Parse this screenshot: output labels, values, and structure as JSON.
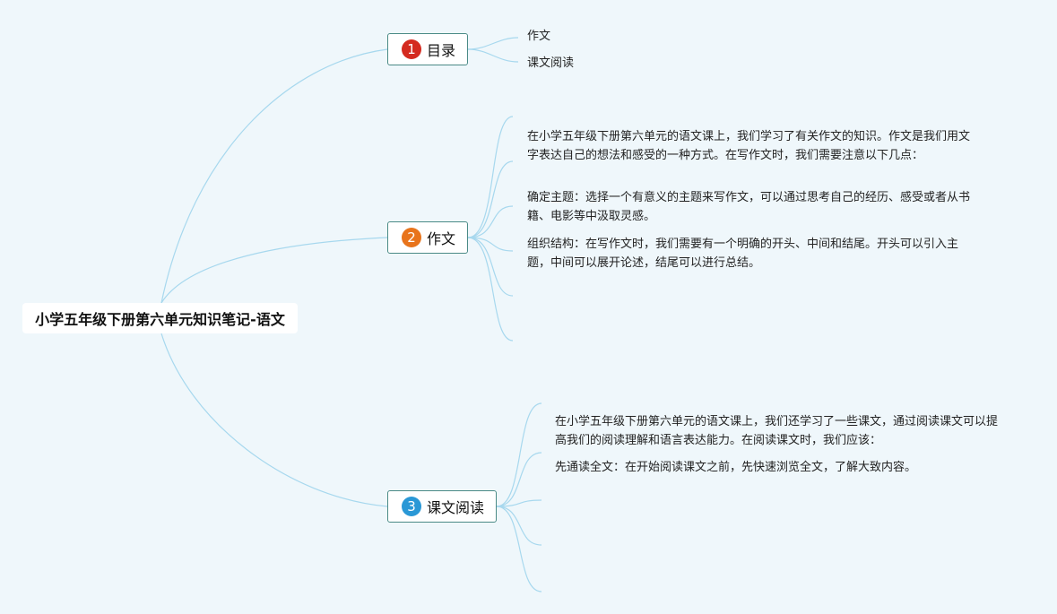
{
  "colors": {
    "line": "#a7d8ee",
    "badge1": "#d42a1f",
    "badge2": "#e8741c",
    "badge3": "#2a98d6",
    "border": "#4a8a86"
  },
  "root": {
    "title": "小学五年级下册第六单元知识笔记-语文"
  },
  "branches": [
    {
      "num": "1",
      "label": "目录",
      "children": [
        "作文",
        "课文阅读"
      ]
    },
    {
      "num": "2",
      "label": "作文",
      "paragraphs": [
        "在小学五年级下册第六单元的语文课上，我们学习了有关作文的知识。作文是我们用文字表达自己的想法和感受的一种方式。在写作文时，我们需要注意以下几点：",
        "确定主题：选择一个有意义的主题来写作文，可以通过思考自己的经历、感受或者从书籍、电影等中汲取灵感。",
        "组织结构：在写作文时，我们需要有一个明确的开头、中间和结尾。开头可以引入主题，中间可以展开论述，结尾可以进行总结。"
      ]
    },
    {
      "num": "3",
      "label": "课文阅读",
      "paragraphs": [
        "在小学五年级下册第六单元的语文课上，我们还学习了一些课文，通过阅读课文可以提高我们的阅读理解和语言表达能力。在阅读课文时，我们应该：",
        "先通读全文：在开始阅读课文之前，先快速浏览全文，了解大致内容。"
      ]
    }
  ]
}
